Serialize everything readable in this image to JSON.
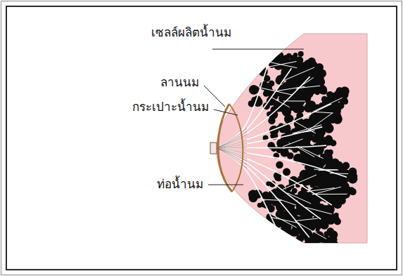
{
  "diagram": {
    "labels": [
      "เซลล์ผลิตน้ำนม",
      "ลานนม",
      "กระเปาะน้ำนม",
      "ท่อน้ำนม"
    ]
  }
}
